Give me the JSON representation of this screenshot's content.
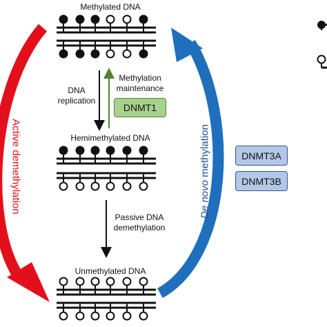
{
  "labels": {
    "methylated": "Methylated DNA",
    "hemimethylated": "Hemimethylated DNA",
    "unmethylated": "Unmethylated DNA",
    "dna_replication_1": "DNA",
    "dna_replication_2": "replication",
    "maintenance_1": "Methylation",
    "maintenance_2": "maintenance",
    "passive_1": "Passive DNA",
    "passive_2": "demethylation",
    "active": "Active demethylation",
    "de_novo_italic": "De novo",
    "de_novo_rest": " methylation"
  },
  "enzymes": {
    "dnmt1": "DNMT1",
    "dnmt3a": "DNMT3A",
    "dnmt3b": "DNMT3B"
  },
  "colors": {
    "active_arrow": "#e3101b",
    "de_novo_arrow": "#1f6fbd",
    "maintenance_arrow": "#548235",
    "dnmt1_fill": "#a9d18e",
    "dnmt3_fill": "#b4c7e7"
  },
  "dna_states": {
    "methylated": {
      "top": [
        1,
        1,
        1,
        0,
        0,
        1
      ],
      "bottom": [
        1,
        1,
        1,
        0,
        0,
        1
      ]
    },
    "hemimethylated": {
      "top": [
        1,
        1,
        1,
        1,
        1,
        1
      ],
      "bottom": [
        0,
        0,
        0,
        0,
        0,
        0
      ]
    },
    "unmethylated": {
      "top": [
        0,
        0,
        0,
        0,
        0,
        0
      ],
      "bottom": [
        0,
        0,
        0,
        0,
        0,
        0
      ]
    }
  },
  "legend_icons": [
    "methylated-cpg-icon",
    "unmethylated-cpg-icon"
  ]
}
